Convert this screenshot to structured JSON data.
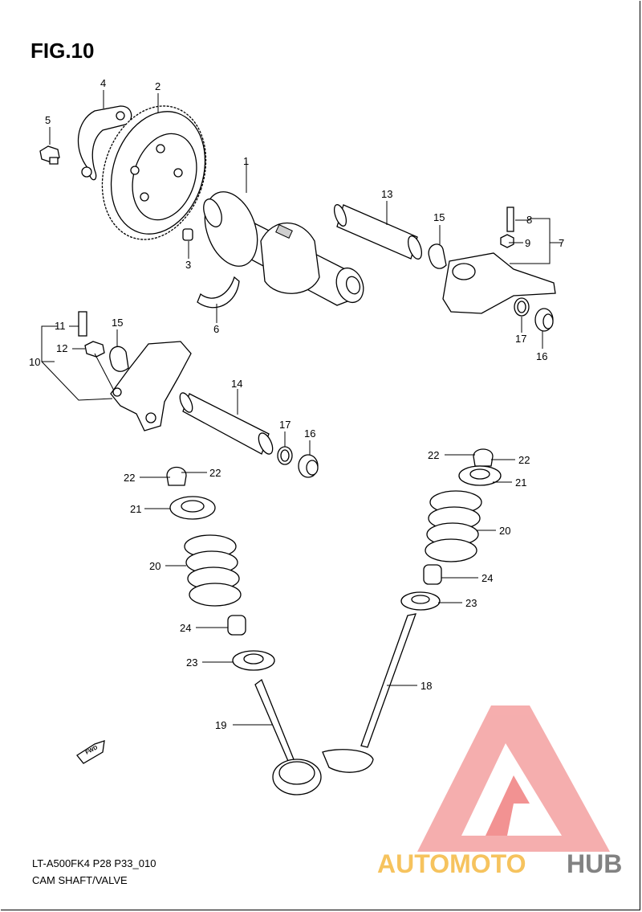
{
  "figure": {
    "title": "FIG.10",
    "model_code": "LT-A500FK4 P28 P33_010",
    "section_name": "CAM SHAFT/VALVE",
    "direction_badge": "FWD"
  },
  "watermark": {
    "brand_part1": "AUTOMOTO",
    "brand_part2": "HUB",
    "color_primary": "#f08080",
    "color_secondary": "#f5b942",
    "color_tertiary": "#777777"
  },
  "callouts": {
    "n1": "1",
    "n2": "2",
    "n3": "3",
    "n4": "4",
    "n5": "5",
    "n6": "6",
    "n7": "7",
    "n8": "8",
    "n9": "9",
    "n10": "10",
    "n11": "11",
    "n12": "12",
    "n13": "13",
    "n14": "14",
    "n15": "15",
    "n16": "16",
    "n17": "17",
    "n18": "18",
    "n19": "19",
    "n20": "20",
    "n21": "21",
    "n22": "22",
    "n23": "23",
    "n24": "24"
  }
}
